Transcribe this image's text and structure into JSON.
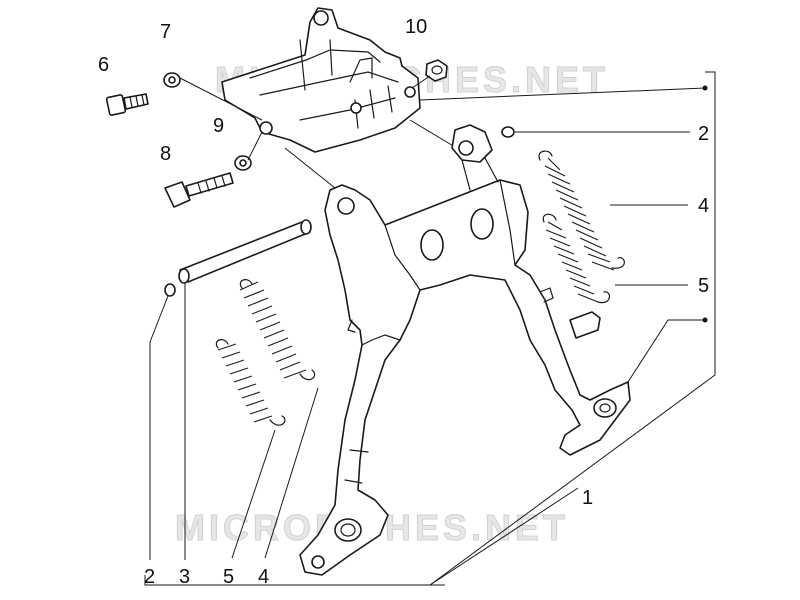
{
  "watermark": {
    "text": "MICROFICHES.NET"
  },
  "callouts": [
    {
      "id": "c6",
      "label": "6"
    },
    {
      "id": "c7",
      "label": "7"
    },
    {
      "id": "c10",
      "label": "10"
    },
    {
      "id": "c9",
      "label": "9"
    },
    {
      "id": "c8",
      "label": "8"
    },
    {
      "id": "c2r",
      "label": "2"
    },
    {
      "id": "c4r",
      "label": "4"
    },
    {
      "id": "c5r",
      "label": "5"
    },
    {
      "id": "c1",
      "label": "1"
    },
    {
      "id": "c2b",
      "label": "2"
    },
    {
      "id": "c3b",
      "label": "3"
    },
    {
      "id": "c5b",
      "label": "5"
    },
    {
      "id": "c4b",
      "label": "4"
    }
  ]
}
